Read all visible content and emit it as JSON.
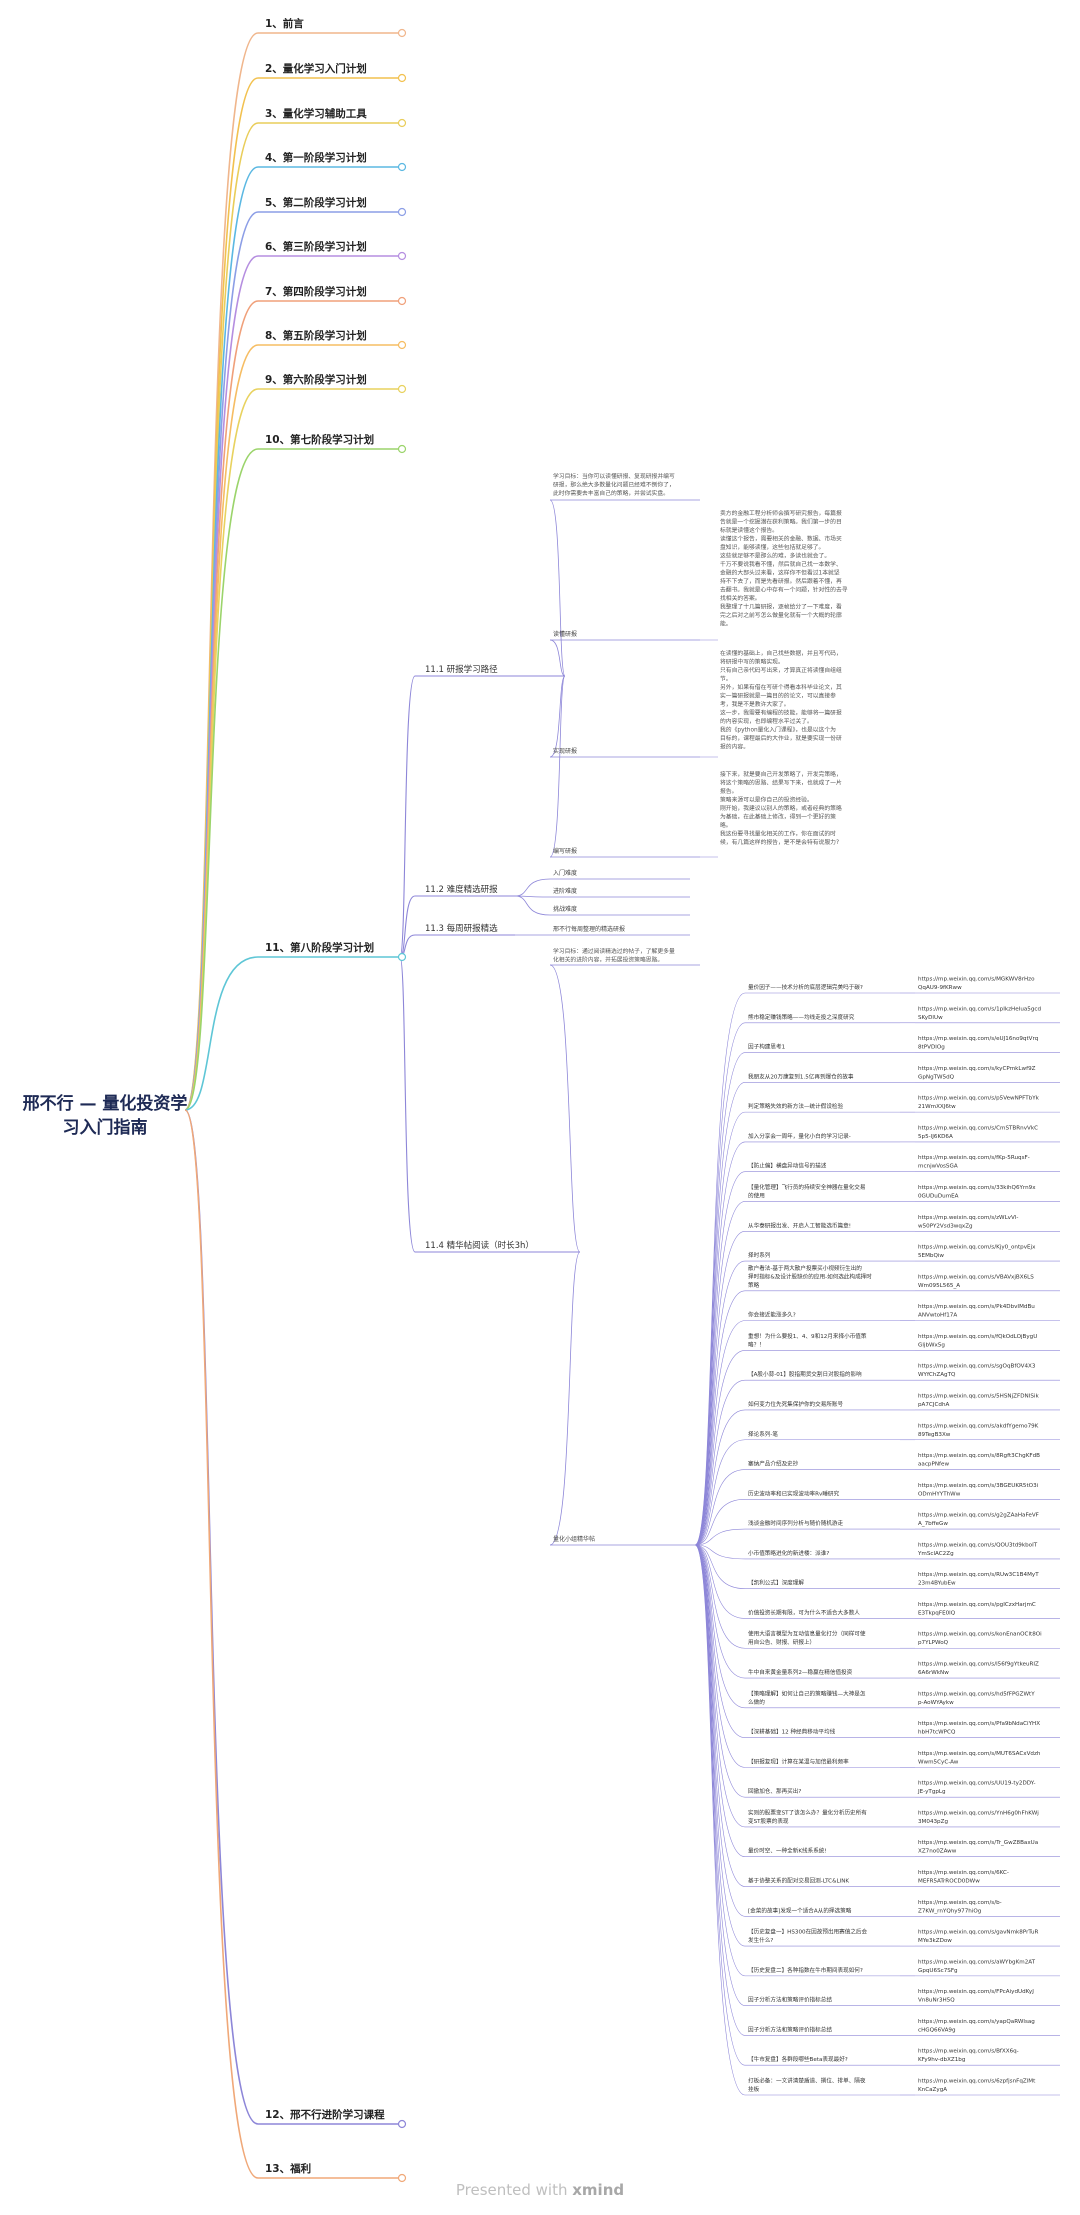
{
  "root": {
    "title": "邢不行 — 量化投资学习入门指南"
  },
  "footer": {
    "prefix": "Presented with ",
    "brand": "xmind"
  },
  "colors": {
    "root_text": "#1e2a55",
    "branch_colors": [
      "#f0b68c",
      "#f2c14f",
      "#e9cd5a",
      "#5bb8e2",
      "#8c9ee6",
      "#b58ee0",
      "#f0a07a",
      "#f6bd63",
      "#e8d25f",
      "#9bd46b",
      "#5ec6d6",
      "#8d86d8",
      "#f0a878",
      "#ef8e79"
    ]
  },
  "top_branches": [
    {
      "label": "1、前言"
    },
    {
      "label": "2、量化学习入门计划"
    },
    {
      "label": "3、量化学习辅助工具"
    },
    {
      "label": "4、第一阶段学习计划"
    },
    {
      "label": "5、第二阶段学习计划"
    },
    {
      "label": "6、第三阶段学习计划"
    },
    {
      "label": "7、第四阶段学习计划"
    },
    {
      "label": "8、第五阶段学习计划"
    },
    {
      "label": "9、第六阶段学习计划"
    },
    {
      "label": "10、第七阶段学习计划"
    },
    {
      "label": "11、第八阶段学习计划"
    },
    {
      "label": "12、邢不行进阶学习课程"
    },
    {
      "label": "13、福利"
    }
  ],
  "stage8": {
    "sub": [
      {
        "label": "11.1 研报学习路径"
      },
      {
        "label": "11.2 难度精选研报"
      },
      {
        "label": "11.3 每周研报精选"
      },
      {
        "label": "11.4 精华帖阅读（时长3h）"
      }
    ],
    "s1_goal": [
      "学习目标：当你可以读懂研报、复现研报并编写",
      "研报，那么绝大多数量化问题已经难不倒你了，",
      "此时你需要去丰富自己的策略，并尝试实盘。"
    ],
    "s1_children": [
      {
        "label": "读懂研报",
        "note": [
          "卖方的金融工程分析师会撰写研究报告，每篇报",
          "告就是一个挖掘潜在获利策略。我们第一步的目",
          "标就是读懂这个报告。",
          "读懂这个报告，需要相关的金融、数据、市场买",
          "盘知识，能够读懂，这些包括就足够了。",
          "这些就足够不是那么的难，多读也就会了。",
          "千万不要说我看不懂，然后就自己找一本数学、",
          "金融的大部头过来看，这样你不但看过1本就坚",
          "持不下去了，而是先看研报。然后跟着不懂，再",
          "去翻书。我就是心中存有一个问题，针对性的去寻",
          "找相关的答案。",
          "我整理了十几篇研报，逐帧给分了一下难度，看",
          "完之后对之前写怎么做量化就有一个大概的轮廓",
          "能。"
        ]
      },
      {
        "label": "实现研报",
        "note": [
          "在读懂的基础上，自己找些数据，并且写代码，",
          "将研报中写的策略实现。",
          "只有自己亲代码写出来，才算真正将读懂自组组",
          "节。",
          "另外，如果有借在写研个得看本科毕业论文，其",
          "实一篇研报就是一篇目的的论文，可以直接参",
          "考，我是不是教许大家了。",
          "这一步，我需要有编程的技能，能够将一篇研报",
          "的内容实现，也即编程水平过关了。",
          "我的《python量化入门课程》，也是以这个为",
          "目标的，课程最后的大作业，就是要实现一份研",
          "报的内容。"
        ]
      },
      {
        "label": "编写研报",
        "note": [
          "接下来，就是要自己开发策略了，开发完策略，",
          "将这个策略的思路、结果写下来，也就成了一片",
          "报告。",
          "策略来源可以是你自己的投资经验。",
          "刚开始，我建议以别人的策略，或者经典的策略",
          "为基础，在此基础上修改，得到一个更好的策",
          "略。",
          "我这份要寻找量化相关的工作，你在面试的时",
          "候，有几篇这样的报告，是不是会特有说服力?"
        ]
      }
    ],
    "s2_children": [
      {
        "label": "入门难度"
      },
      {
        "label": "进阶难度"
      },
      {
        "label": "挑战难度"
      }
    ],
    "s3_child": {
      "label": "邢不行每周整理的精选研报"
    },
    "s4_goal": [
      "学习目标：通过阅读精选过的帖子，了解更多量",
      "化相关的进阶内容，并拓展投资策略思路。"
    ],
    "s4_group": {
      "label": "量化小组精华帖"
    },
    "posts": [
      {
        "t": [
          "量价因子——技术分析的底层逻辑完美吗于碳?"
        ],
        "u": [
          "https://mp.weixin.qq.com/s/MGKWV8rHzo",
          "QqAU9-9fKRww"
        ]
      },
      {
        "t": [
          "熊市稳定赚钱策略——均线走投之深度研究"
        ],
        "u": [
          "https://mp.weixin.qq.com/s/1pIkzHeIua5gcd",
          "SKyDlUw"
        ]
      },
      {
        "t": [
          "因子构建思考1"
        ],
        "u": [
          "https://mp.weixin.qq.com/s/eUJ16no9qtVrq",
          "8tPVDlOg"
        ]
      },
      {
        "t": [
          "我朋友从20万康复到1.5亿再到爆仓的故事"
        ],
        "u": [
          "https://mp.weixin.qq.com/s/kyCPmkLwf9Z",
          "GpNgTW5dQ"
        ]
      },
      {
        "t": [
          "判定策略失效的新方法—统计假设检验"
        ],
        "u": [
          "https://mp.weixin.qq.com/s/p5VewNPFTbYk",
          "21WmXXJ6tw"
        ]
      },
      {
        "t": [
          "加入分享会一周年，量化小白的学习记录-"
        ],
        "u": [
          "https://mp.weixin.qq.com/s/CmSTBRnvVkC",
          "5p5-lJ6KD6A"
        ]
      },
      {
        "t": [
          "【防止偏】横盘异动信号的描述"
        ],
        "u": [
          "https://mp.weixin.qq.com/s/fKp-5RuqsF-",
          "mcnjwVosSGA"
        ]
      },
      {
        "t": [
          "【量化管理】飞行员的持续安全神器在量化交易",
          "的使用"
        ],
        "u": [
          "https://mp.weixin.qq.com/s/33kihQ6Yrn9x",
          "0GUDuDumEA"
        ]
      },
      {
        "t": [
          "从华泰研报出发、开启人工智能选币篇章!"
        ],
        "u": [
          "https://mp.weixin.qq.com/s/zWLvVl-",
          "w50PY2Vsd3wqxZg"
        ]
      },
      {
        "t": [
          "择时系列"
        ],
        "u": [
          "https://mp.weixin.qq.com/s/Kjy0_ontpvEjx",
          "5EMbQiw"
        ]
      },
      {
        "t": [
          " 散户看法-基于两大散户投票买小视频衍生出的",
          "择时指标&及设计股缺价的应用-如何选此构成择时",
          "策略"
        ],
        "u": [
          "https://mp.weixin.qq.com/s/VBAVxjBX6LS",
          "Wm095L565_A"
        ]
      },
      {
        "t": [
          "你会接近能涨多久?"
        ],
        "u": [
          "https://mp.weixin.qq.com/s/Pk4DbvIMdBu",
          "ANVwtoHf17A"
        ]
      },
      {
        "t": [
          "重想！为什么要投1、4、9和12月来择小币值策",
          "略？！"
        ],
        "u": [
          "https://mp.weixin.qq.com/s/fQkOdLOjBygU",
          "GljbWx5g"
        ]
      },
      {
        "t": [
          "【A股小蒜-01】股指期货交割日对股指的影响"
        ],
        "u": [
          "https://mp.weixin.qq.com/s/sgOqBfOV4X3",
          "WYfChZAgTQ"
        ]
      },
      {
        "t": [
          "如何变力位先死集保护你的交易所账号"
        ],
        "u": [
          "https://mp.weixin.qq.com/s/5HSNjZFDNISik",
          "pA7CJCdhA"
        ]
      },
      {
        "t": [
          "择论系列-笔"
        ],
        "u": [
          "https://mp.weixin.qq.com/s/akdfYgemo79K",
          "89TegB3Xw"
        ]
      },
      {
        "t": [
          "塞纳产品介绍及史抄"
        ],
        "u": [
          "https://mp.weixin.qq.com/s/8Rgft3ChgKFdB",
          "aacpPNfew"
        ]
      },
      {
        "t": [
          "历史波动率和已实现波动率Rv睡研究"
        ],
        "u": [
          "https://mp.weixin.qq.com/s/3BGEUKR5tO3i",
          "ODmHYYThWw"
        ]
      },
      {
        "t": [
          "浅谈金融时间序列分析与随价随机游走"
        ],
        "u": [
          "https://mp.weixin.qq.com/s/g2gZAaHaFeVF",
          "A_7bffeGw"
        ]
      },
      {
        "t": [
          "小币值策略进化的新进楼：派谁?"
        ],
        "u": [
          "https://mp.weixin.qq.com/s/QOU3td9kboIT",
          "YmSclAC2Zg"
        ]
      },
      {
        "t": [
          "【凯利公式】深度理解"
        ],
        "u": [
          "https://mp.weixin.qq.com/s/RUw3C1B4MyT",
          "23m4BYubEw"
        ]
      },
      {
        "t": [
          "价值投资长期有限，可为什么不适合大多数人"
        ],
        "u": [
          "https://mp.weixin.qq.com/s/pgICzxHarjmC",
          "E3TkpqFE0lQ"
        ]
      },
      {
        "t": [
          "使用大语言模型为互动信息量化打分（同样可使",
          "用自公告、财报、研报上）"
        ],
        "u": [
          "https://mp.weixin.qq.com/s/konEnanOClt8Oi",
          "p7YLPWoQ"
        ]
      },
      {
        "t": [
          "牛中自来黄金量系列2—稳赢在精信值投资"
        ],
        "u": [
          "https://mp.weixin.qq.com/s/l56f9gYtkeuRIZ",
          "6A6rWkNw"
        ]
      },
      {
        "t": [
          "【策略理解】如何让自己的策略赚钱—大神是怎",
          "么做的"
        ],
        "u": [
          "https://mp.weixin.qq.com/s/hd5fFPGZWtY",
          "p-AoWYAykw"
        ]
      },
      {
        "t": [
          "【深耕基础】12 种经典移动平均线"
        ],
        "u": [
          "https://mp.weixin.qq.com/s/Pfa9bNdaCiYHX",
          "hbH7tcWPCQ"
        ]
      },
      {
        "t": [
          "【研报复现】计算在某温与加倍最利频率"
        ],
        "u": [
          "https://mp.weixin.qq.com/s/MUT6SACxVdzh",
          "Wwm5CyC-Aw"
        ]
      },
      {
        "t": [
          "回撤加仓、那再买出?"
        ],
        "u": [
          "https://mp.weixin.qq.com/s/UU19-ty2DDY-",
          "JE-yTgpLg"
        ]
      },
      {
        "t": [
          "实则的股票变ST了该怎么办？量化分析历史所有",
          "变ST股票的表现"
        ],
        "u": [
          "https://mp.weixin.qq.com/s/YnH6g0hFhKWj",
          "3M043pZg"
        ]
      },
      {
        "t": [
          "量价时空、一种全新K线系系统!"
        ],
        "u": [
          "https://mp.weixin.qq.com/s/Tr_GwZ8BaxUa",
          "XZ7no0ZAww"
        ]
      },
      {
        "t": [
          "基于协整关系的配对交易回测-LTC&LINK"
        ],
        "u": [
          "https://mp.weixin.qq.com/s/6KC-",
          "MEFR5ATrROCD0DWw"
        ]
      },
      {
        "t": [
          "[金菜的故事]发现一个适合A从的择选策略"
        ],
        "u": [
          "https://mp.weixin.qq.com/s/b-",
          "Z7KW_rnYQhy977hiOg"
        ]
      },
      {
        "t": [
          "【历史复盘一】HS300在因故预出用赛值之后会",
          "发生什么?"
        ],
        "u": [
          "https://mp.weixin.qq.com/s/gavNmk8PrTuR",
          "MYe3kZDow"
        ]
      },
      {
        "t": [
          "【历史复盘二】各种指数在牛市期间表现如何?"
        ],
        "u": [
          "https://mp.weixin.qq.com/s/aWYbgKm2AT",
          "GpqU6Sc7SFg"
        ]
      },
      {
        "t": [
          "因子分析方法和策略评价指标总结"
        ],
        "u": [
          "https://mp.weixin.qq.com/s/FPcAiydUdKyJ",
          "Vn8uNr3H5Q"
        ]
      },
      {
        "t": [
          "因子分析方法和策略评价指标总结"
        ],
        "u": [
          "https://mp.weixin.qq.com/s/yapQaRWlsag",
          "cHGQ66VA9g"
        ]
      },
      {
        "t": [
          "【牛市复盘】各群段哪些Beta表现最好?"
        ],
        "u": [
          "https://mp.weixin.qq.com/s/BfXX6q-",
          "KFy9hv-dbXZ1bg"
        ]
      },
      {
        "t": [
          "打板必备：一文讲清楚盾道、撰位、排单、隔夜",
          "挂板"
        ],
        "u": [
          "https://mp.weixin.qq.com/s/6zpfjsnFqZlMt",
          "KnCaZygA"
        ]
      }
    ]
  }
}
